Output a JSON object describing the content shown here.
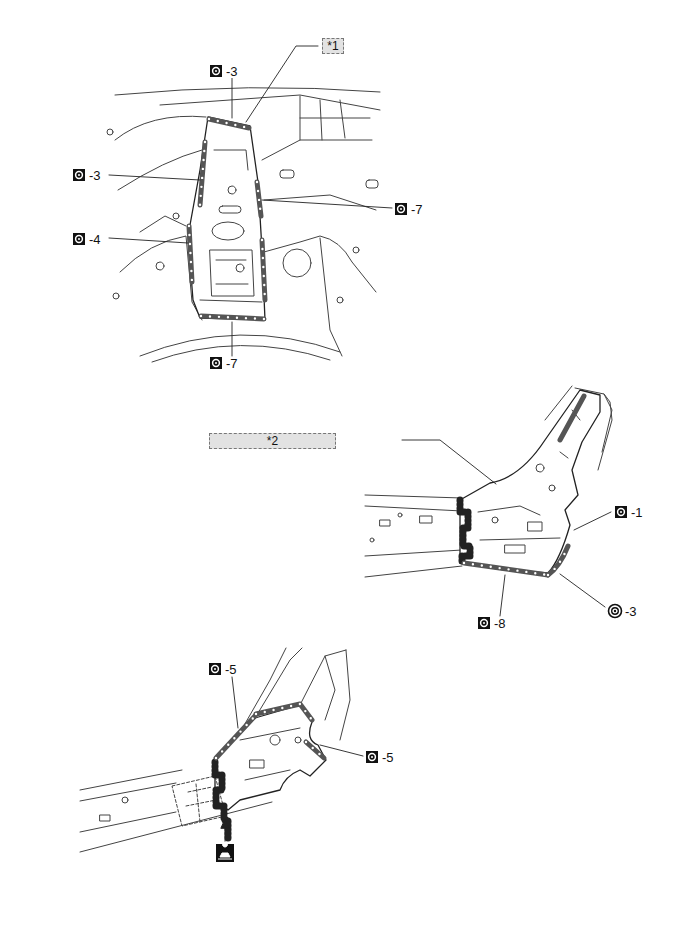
{
  "diagram": {
    "nodes": [
      {
        "text": [
          "*1"
        ]
      },
      {
        "text": [
          "*2"
        ]
      }
    ],
    "labels": [
      "-3",
      "-3",
      "-4",
      "-7",
      "-7",
      "-1",
      "-3",
      "-8",
      "-5",
      "-5"
    ]
  }
}
